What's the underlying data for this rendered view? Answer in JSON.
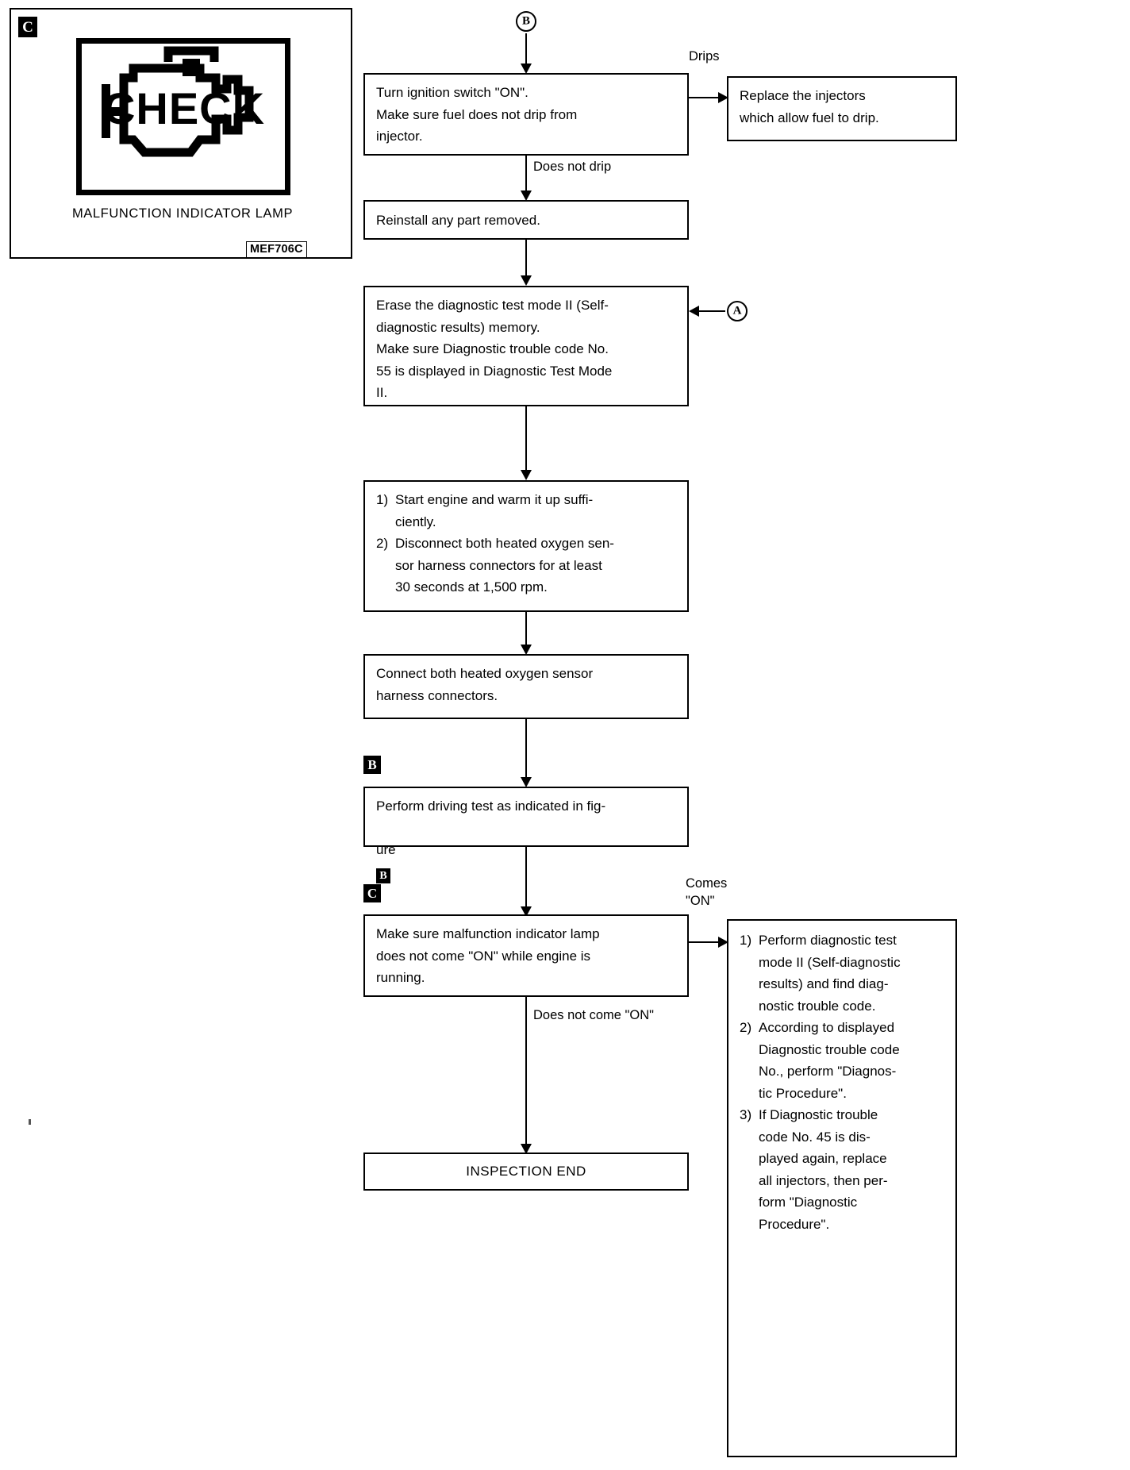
{
  "illustration": {
    "marker": "C",
    "lamp_text": "CHECK",
    "caption": "MALFUNCTION INDICATOR LAMP",
    "figure_code": "MEF706C",
    "icon": "check-engine-icon"
  },
  "connectors": {
    "b_in": "B",
    "a_in": "A"
  },
  "markers": {
    "step_b": "B",
    "step_c": "C"
  },
  "edge_labels": {
    "drips": "Drips",
    "does_not_drip": "Does not drip",
    "comes_on": "Comes\n\"ON\"",
    "does_not_come_on": "Does not come \"ON\""
  },
  "boxes": {
    "ignition": "Turn ignition switch \"ON\".\nMake sure fuel does not drip from\ninjector.",
    "replace_injectors": "Replace the injectors\nwhich allow fuel to drip.",
    "reinstall": "Reinstall any part removed.",
    "erase_memory": "Erase the diagnostic test mode II (Self-\ndiagnostic results) memory.\nMake sure Diagnostic trouble code No.\n55 is displayed in Diagnostic Test Mode\nII.",
    "start_engine": [
      {
        "n": "1)",
        "t": "Start engine and warm it up suffi-\nciently."
      },
      {
        "n": "2)",
        "t": "Disconnect both heated oxygen sen-\nsor harness connectors for at least\n30 seconds at 1,500 rpm."
      }
    ],
    "connect_sensors": "Connect both heated oxygen sensor\nharness connectors.",
    "driving_test_pre": "Perform driving test as indicated in fig-",
    "driving_test_post": "ure",
    "driving_test_end": ".",
    "malfunction_check": "Make sure malfunction indicator lamp\ndoes not come \"ON\" while engine is\nrunning.",
    "inspection_end": "INSPECTION END",
    "diagnostic_steps": [
      {
        "n": "1)",
        "t": "Perform diagnostic test\nmode II (Self-diagnostic\nresults) and find diag-\nnostic trouble code."
      },
      {
        "n": "2)",
        "t": "According to displayed\nDiagnostic trouble code\nNo., perform \"Diagnos-\ntic Procedure\"."
      },
      {
        "n": "3)",
        "t": "If Diagnostic trouble\ncode No. 45 is dis-\nplayed again, replace\nall injectors, then per-\nform \"Diagnostic\nProcedure\"."
      }
    ]
  }
}
